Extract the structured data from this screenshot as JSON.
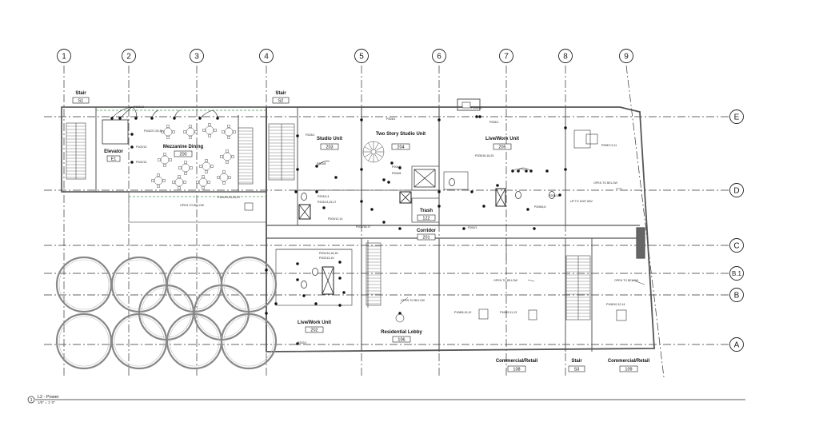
{
  "grid": {
    "vertical": [
      "1",
      "2",
      "3",
      "4",
      "5",
      "6",
      "7",
      "8",
      "9"
    ],
    "horizontal": [
      "E",
      "D",
      "C",
      "B.1",
      "B",
      "A"
    ]
  },
  "rooms": [
    {
      "name": "Stair",
      "number": "S1"
    },
    {
      "name": "Elevator",
      "number": "E1"
    },
    {
      "name": "Mezzanine Dining",
      "number": "200"
    },
    {
      "name": "Stair",
      "number": "S2"
    },
    {
      "name": "Studio Unit",
      "number": "203"
    },
    {
      "name": "Two Story Studio Unit",
      "number": "204"
    },
    {
      "name": "Live/Work Unit",
      "number": "205"
    },
    {
      "name": "Trash",
      "number": "122"
    },
    {
      "name": "Corridor",
      "number": "201"
    },
    {
      "name": "Live/Work Unit",
      "number": "202"
    },
    {
      "name": "Residential Lobby",
      "number": "106"
    },
    {
      "name": "Commercial/Retail",
      "number": "108"
    },
    {
      "name": "Stair",
      "number": "S3"
    },
    {
      "name": "Commercial/Retail",
      "number": "109"
    }
  ],
  "notes": {
    "open_below_1": "OPEN TO BELOW",
    "open_below_2": "OPEN TO BELOW",
    "open_below_3": "OPEN TO BELOW",
    "open_below_4": "OPEN TO BELOW",
    "open_below_5": "OPEN TO BELOW",
    "up_to_unit": "UP TO UNIT ABV"
  },
  "circuit_tags": [
    "P102/11",
    "P102/27,29,31",
    "P102/13",
    "P102/13",
    "P102/23,33,35,37",
    "P203/1",
    "P204/1",
    "P205/1",
    "P205/13",
    "P208/7,9,11",
    "P203/2,4",
    "P203/13,15,17",
    "P203/12,14",
    "P204/18,17",
    "P204/6",
    "P204/8",
    "P205/16,18,20",
    "P205/14",
    "P205/6,8",
    "P202/14,16,18",
    "P202/13,15",
    "P108/8,10,12",
    "P108/9,11,13",
    "P108/10,12,14",
    "P202/1",
    "P200/1",
    "P203/8"
  ],
  "title": {
    "number": "1",
    "name": "L2 - Power",
    "scale": "1/8\" = 1'-0\""
  }
}
